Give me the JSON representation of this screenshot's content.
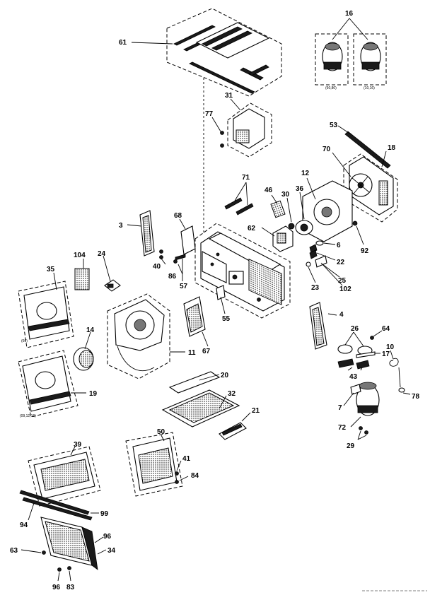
{
  "labels": {
    "p61": "61",
    "p16": "16",
    "p31": "31",
    "p77": "77",
    "p53": "53",
    "p18": "18",
    "p70": "70",
    "p71": "71",
    "p12": "12",
    "p46": "46",
    "p30": "30",
    "p36": "36",
    "p3": "3",
    "p68": "68",
    "p62": "62",
    "p6": "6",
    "p92": "92",
    "p104": "104",
    "p24": "24",
    "p40": "40",
    "p22": "22",
    "p35": "35",
    "p86": "86",
    "p57": "57",
    "p25": "25",
    "p23": "23",
    "p102": "102",
    "p4": "4",
    "p55": "55",
    "p26": "26",
    "p64a": "64",
    "p14": "14",
    "p11": "11",
    "p67": "67",
    "p17": "17",
    "p10": "10",
    "p43": "43",
    "p19": "19",
    "p20": "20",
    "p78": "78",
    "p32": "32",
    "p7": "7",
    "p21": "21",
    "p72": "72",
    "p29": "29",
    "p50": "50",
    "p39": "39",
    "p41": "41",
    "p84": "84",
    "p99": "99",
    "p94": "94",
    "p96a": "96",
    "p34": "34",
    "p63": "63",
    "p96b": "96",
    "p83": "83"
  },
  "variant_notes": {
    "compressor_left": "(60,80)",
    "compressor_right": "(10,16)",
    "grille_upper": "(60)",
    "grille_lower": "(09,12,16)"
  }
}
